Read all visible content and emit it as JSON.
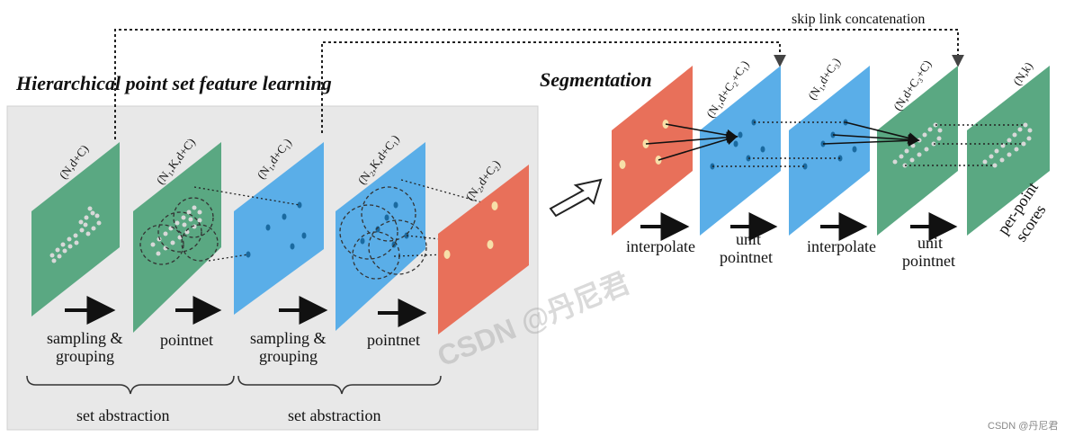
{
  "titles": {
    "left": "Hierarchical point set feature learning",
    "right": "Segmentation",
    "skip": "skip link concatenation"
  },
  "left_labels": {
    "sampling1": [
      "sampling &",
      "grouping"
    ],
    "pointnet1": "pointnet",
    "sampling2": [
      "sampling &",
      "grouping"
    ],
    "pointnet2": "pointnet",
    "set_abs1": "set abstraction",
    "set_abs2": "set abstraction"
  },
  "right_labels": {
    "interp1": "interpolate",
    "unit1": [
      "unit",
      "pointnet"
    ],
    "interp2": "interpolate",
    "unit2": [
      "unit",
      "pointnet"
    ],
    "scores": [
      "per-point",
      "scores"
    ]
  },
  "dims": {
    "p1": "(N,d+C)",
    "p2": "(N₁,K,d+C)",
    "p3": "(N₁,d+C₁)",
    "p4": "(N₂,K,d+C₁)",
    "p5": "(N₂,d+C₂)",
    "s1": "(N₁,d+C₂+C₁)",
    "s2": "(N₁,d+C₃)",
    "s3": "(N,d+C₃+C)",
    "s4": "(N,k)"
  },
  "watermark": {
    "main": "CSDN @丹尼君",
    "corner": "CSDN @丹尼君"
  },
  "colors": {
    "green": "#5aa882",
    "blue": "#5aaee8",
    "red": "#e8705a",
    "panel_bg": "#e8e8e8",
    "point_light": "#d8d8d8",
    "point_cream": "#f7dfa8",
    "point_dark": "#1a6aa0"
  }
}
